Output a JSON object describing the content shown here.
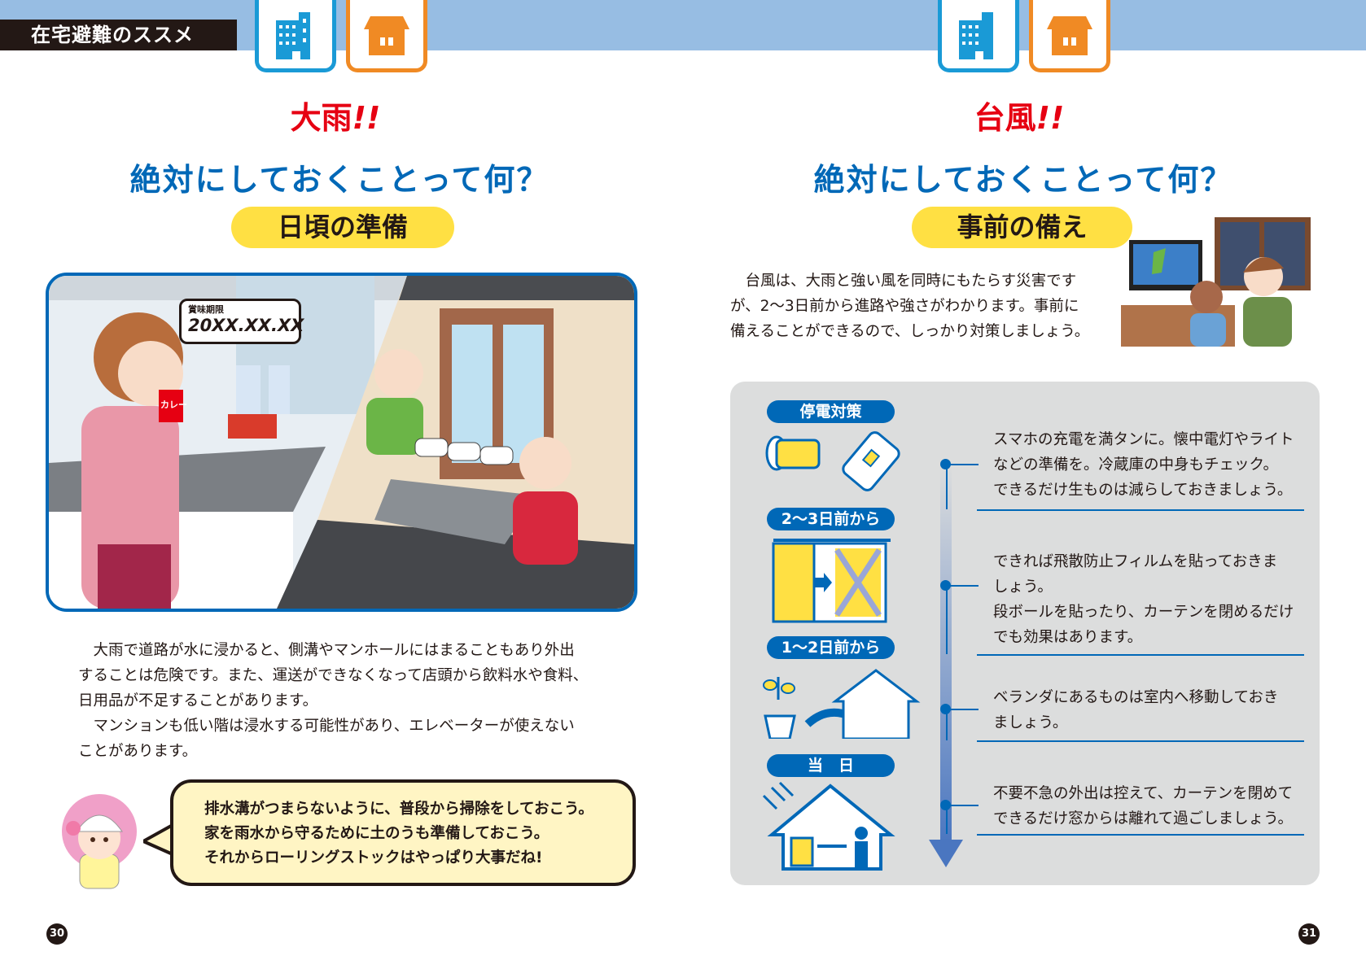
{
  "header": {
    "section_title": "在宅避難のススメ"
  },
  "left_page": {
    "hazard": "大雨",
    "hazard_mark": "!!",
    "question": "絶対にしておくことって何？",
    "pill": "日頃の準備",
    "illustration_label_title": "賞味期限",
    "illustration_label_date": "20XX.XX.XX",
    "illustration_can_label": "カレー",
    "body": [
      "大雨で道路が水に浸かると、側溝やマンホールにはまることもあり外出",
      "することは危険です。また、運送ができなくなって店頭から飲料水や食料、",
      "日用品が不足することがあります。",
      "マンションも低い階は浸水する可能性があり、エレベーターが使えない",
      "ことがあります。"
    ],
    "bubble": [
      "排水溝がつまらないように、普段から掃除をしておこう。",
      "家を雨水から守るために土のうも準備しておこう。",
      "それからローリングストックはやっぱり大事だね!"
    ],
    "page_number": "30"
  },
  "right_page": {
    "hazard": "台風",
    "hazard_mark": "!!",
    "question": "絶対にしておくことって何？",
    "pill": "事前の備え",
    "intro": [
      "台風は、大雨と強い風を同時にもたらす災害です",
      "が、2〜3日前から進路や強さがわかります。事前に",
      "備えることができるので、しっかり対策しましょう。"
    ],
    "timeline": [
      {
        "label": "停電対策",
        "text": [
          "スマホの充電を満タンに。懐中電灯やライト",
          "などの準備を。冷蔵庫の中身もチェック。",
          "できるだけ生ものは減らしておきましょう。"
        ]
      },
      {
        "label": "2〜3日前から",
        "text": [
          "できれば飛散防止フィルムを貼っておきま",
          "しょう。",
          "段ボールを貼ったり、カーテンを閉めるだけ",
          "でも効果はあります。"
        ]
      },
      {
        "label": "1〜2日前から",
        "text": [
          "ベランダにあるものは室内へ移動しておき",
          "ましょう。"
        ]
      },
      {
        "label": "当　日",
        "text": [
          "不要不急の外出は控えて、カーテンを閉めて",
          "できるだけ窓からは離れて過ごしましょう。"
        ]
      }
    ],
    "page_number": "31"
  },
  "colors": {
    "band": "#97bde3",
    "blue": "#0068b7",
    "red": "#e60012",
    "yellow": "#ffe043",
    "orange": "#f08a24"
  }
}
